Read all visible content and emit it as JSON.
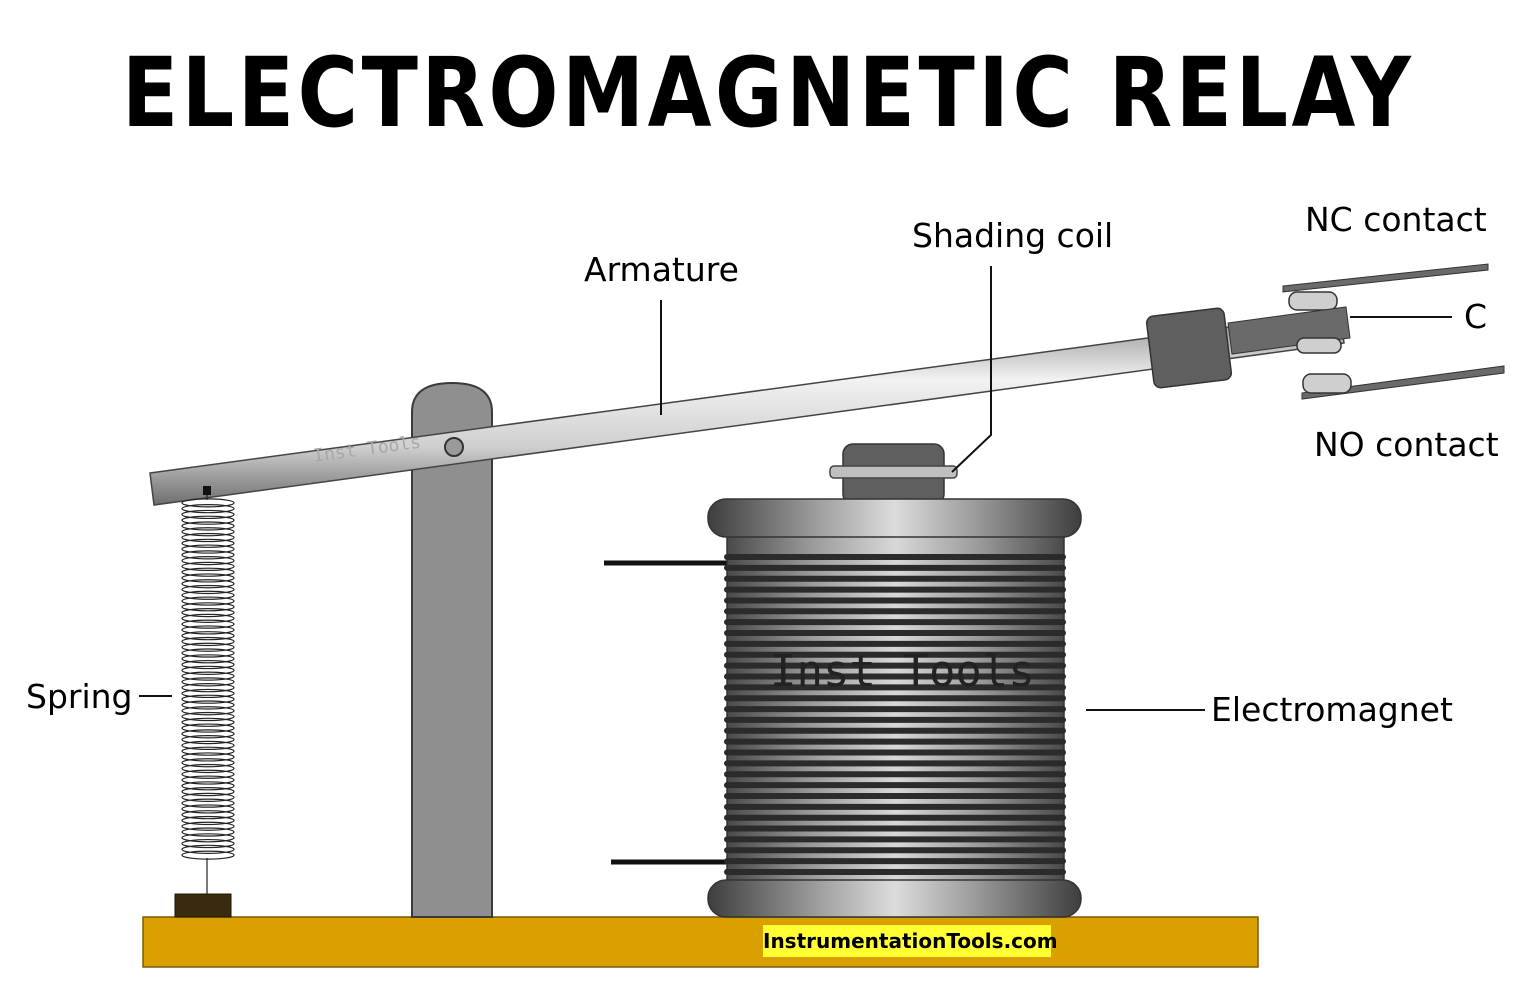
{
  "title": "ELECTROMAGNETIC RELAY",
  "labels": {
    "armature": "Armature",
    "shading_coil": "Shading coil",
    "nc_contact": "NC contact",
    "common": "C",
    "no_contact": "NO contact",
    "spring": "Spring",
    "electromagnet": "Electromagnet"
  },
  "watermarks": {
    "armature_text": "Inst Tools",
    "coil_text": "Inst Tools"
  },
  "website": "InstrumentationTools.com",
  "colors": {
    "base": "#d9a000",
    "post": "#8f8f8f",
    "body_gray": "#5f5f5f",
    "highlight": "#ffff33",
    "spring_pad": "#3a2a10"
  }
}
